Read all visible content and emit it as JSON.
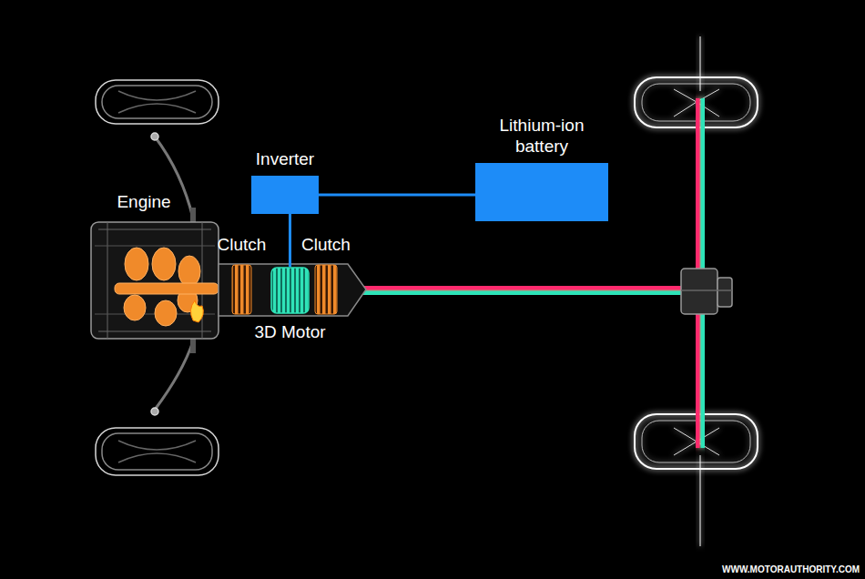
{
  "diagram": {
    "nodes": [
      {
        "text": [
          "Inverter"
        ]
      },
      {
        "text": [
          "Lithium-ion battery"
        ]
      },
      {
        "text": [
          "Engine"
        ]
      },
      {
        "text": [
          "Clutch"
        ]
      },
      {
        "text": [
          "3D Motor"
        ]
      },
      {
        "text": [
          "Clutch"
        ]
      }
    ],
    "edges": [
      {
        "from": 0,
        "to": 1,
        "arrow": "none"
      },
      {
        "from": 0,
        "to": 4,
        "arrow": "none"
      }
    ],
    "labels": [
      "WWW.MOTORAUTHORITY.COM"
    ]
  }
}
